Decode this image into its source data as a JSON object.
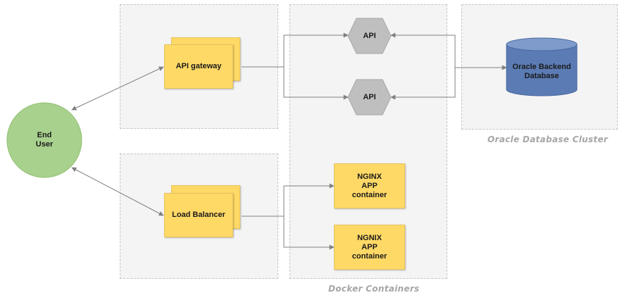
{
  "groups": {
    "docker_label": "Docker Containers",
    "oracle_label": "Oracle Database Cluster"
  },
  "nodes": {
    "end_user": "End\nUser",
    "api_gateway": "API gateway",
    "load_balancer": "Load Balancer",
    "api_top": "API",
    "api_bottom": "API",
    "nginx_top": "NGINX\nAPP\ncontainer",
    "nginx_bottom": "NGNIX\nAPP\ncontainer",
    "oracle_db": "Oracle Backend\nDatabase"
  },
  "colors": {
    "group_bg": "#f4f4f4",
    "user_circle": "#a9d18e",
    "app_box": "#ffd966",
    "api_hexagon": "#bfbfbf",
    "database": "#5b7bb4",
    "connector": "#808080"
  },
  "icons": {
    "api_node": "hexagon",
    "database_node": "cylinder",
    "user_node": "circle"
  }
}
